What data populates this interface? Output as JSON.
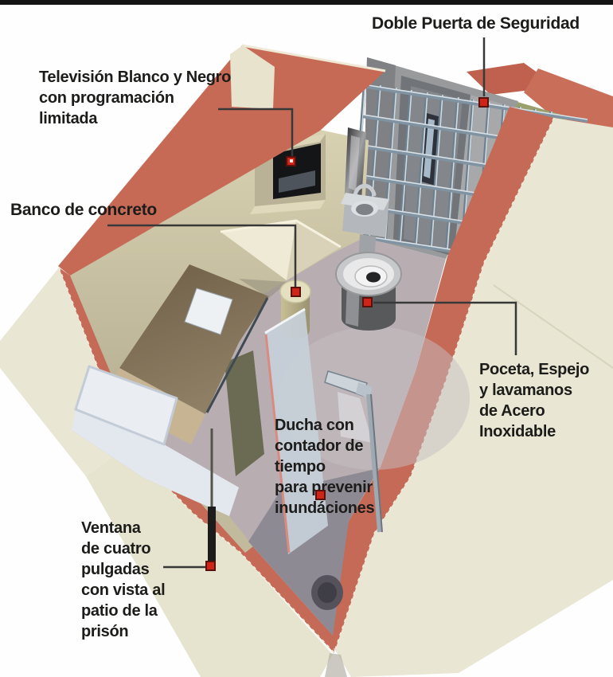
{
  "title": "Diagrama de celda de prisión (corte 3D)",
  "labels": {
    "door": {
      "lines": [
        "Doble Puerta de Seguridad"
      ]
    },
    "tv": {
      "lines": [
        "Televisión Blanco y Negro",
        "con programación",
        "limitada"
      ]
    },
    "bench": {
      "lines": [
        "Banco de concreto"
      ]
    },
    "toilet": {
      "lines": [
        "Poceta, Espejo",
        "y lavamanos",
        "de Acero",
        "Inoxidable"
      ]
    },
    "shower": {
      "lines": [
        "Ducha con",
        "contador de",
        "tiempo",
        "para prevenir",
        "inundáciones"
      ]
    },
    "window": {
      "lines": [
        "Ventana",
        "de cuatro",
        "pulgadas",
        "con vista al",
        "patio de la",
        "prisón"
      ]
    }
  },
  "colors": {
    "marker_red": "#cf2418",
    "wall_cut_salmon": "#c56a57",
    "exterior_cream": "#e9e6d3",
    "interior_beige": "#d5cead",
    "door_wall_gray": "#999a9c",
    "floor_mauve": "#b8aeb2",
    "leader_line": "#383838",
    "text": "#1c1c1a"
  }
}
